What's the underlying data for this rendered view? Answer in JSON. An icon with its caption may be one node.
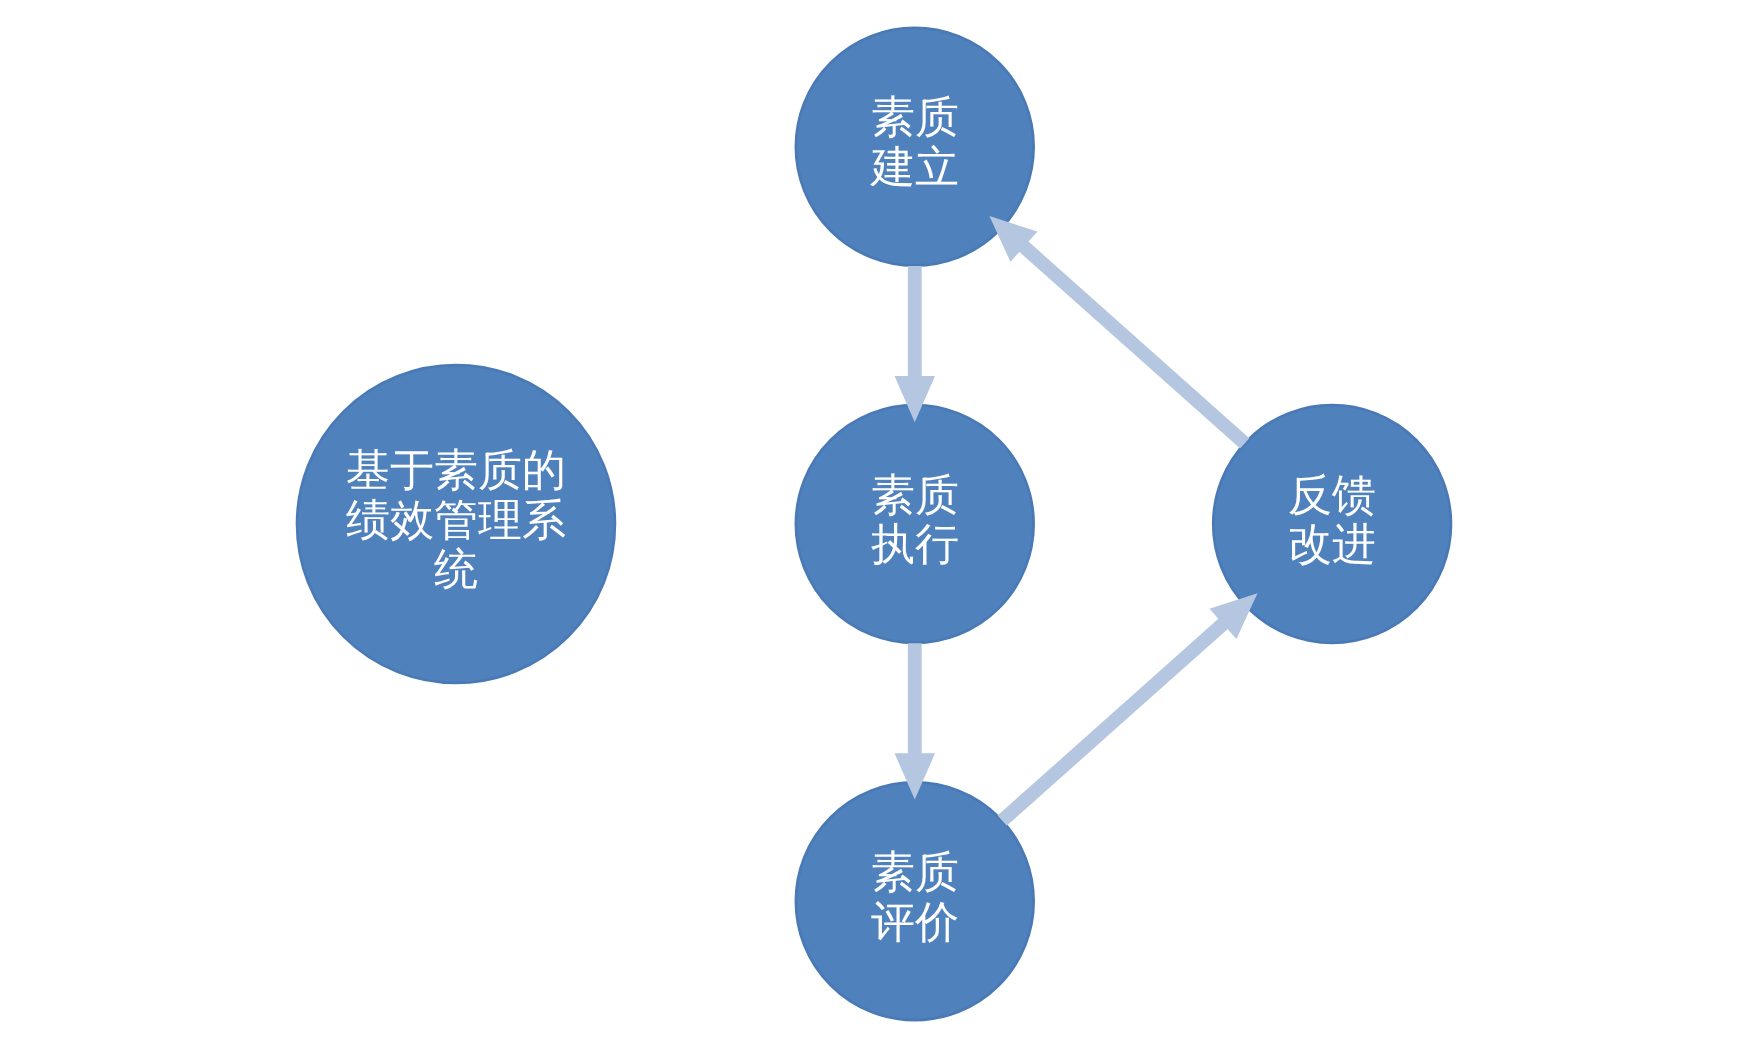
{
  "diagram": {
    "nodes": [
      {
        "text": [
          "基于素质的绩效管理系统"
        ]
      },
      {
        "text": [
          "素质建立"
        ]
      },
      {
        "text": [
          "素质执行"
        ]
      },
      {
        "text": [
          "素质评价"
        ]
      },
      {
        "text": [
          "反馈改进"
        ]
      }
    ],
    "edges": [
      {
        "from": 1,
        "to": 2,
        "arrow": "to"
      },
      {
        "from": 2,
        "to": 3,
        "arrow": "to"
      },
      {
        "from": 3,
        "to": 4,
        "arrow": "to"
      },
      {
        "from": 4,
        "to": 1,
        "arrow": "to"
      }
    ]
  }
}
